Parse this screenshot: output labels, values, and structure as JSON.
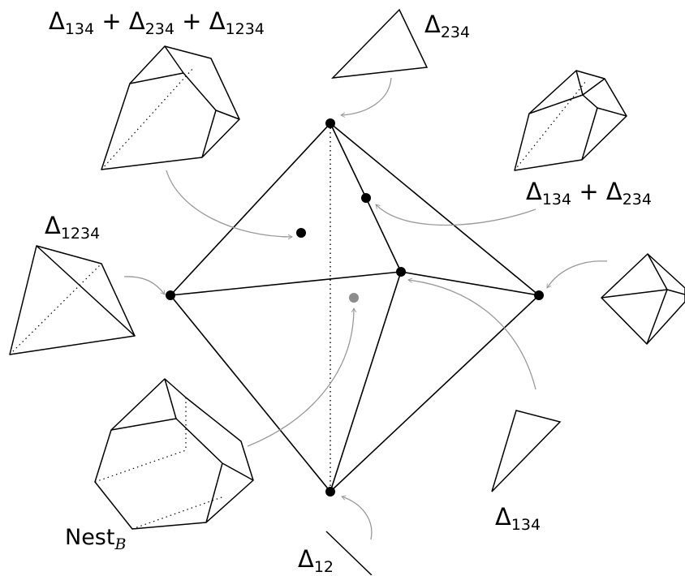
{
  "labels": {
    "d134_234_1234": {
      "sym": "Δ",
      "t1": "134",
      "plus1": " + Δ",
      "t2": "234",
      "plus2": " + Δ",
      "t3": "1234"
    },
    "d234": {
      "sym": "Δ",
      "t1": "234"
    },
    "d134_234": {
      "sym": "Δ",
      "t1": "134",
      "plus1": " + Δ",
      "t2": "234"
    },
    "d1234": {
      "sym": "Δ",
      "t1": "1234"
    },
    "d134": {
      "sym": "Δ",
      "t1": "134"
    },
    "d12": {
      "sym": "Δ",
      "t1": "12"
    },
    "nest": {
      "text": "Nest",
      "sub": "B"
    }
  },
  "colors": {
    "line": "#000000",
    "arrow": "#999999",
    "gray_dot": "#8c8c8c"
  }
}
